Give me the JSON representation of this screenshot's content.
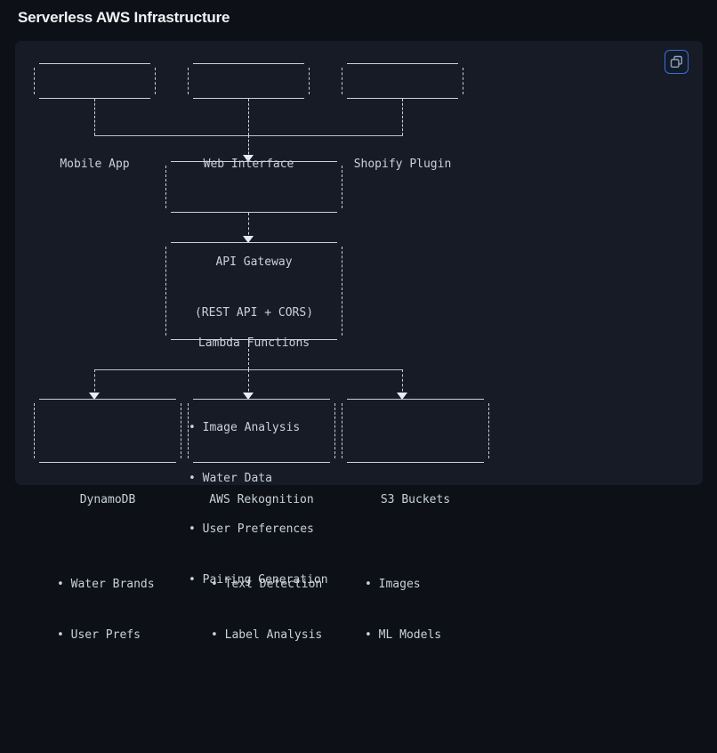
{
  "page": {
    "title": "Serverless AWS Infrastructure"
  },
  "toolbar": {
    "copy_button_label": "Copy",
    "copy_icon": "copy-icon",
    "accent_color": "#3b6fd4"
  },
  "theme": {
    "page_background": "#0d1117",
    "panel_background": "#161b26",
    "text_color": "#c9d1d9",
    "title_color": "#f0f3f6",
    "line_color": "#c9d1d9"
  },
  "diagram": {
    "type": "ascii-flowchart",
    "layers": [
      {
        "name": "clients",
        "nodes": [
          {
            "id": "mobile-app",
            "title": "Mobile App",
            "items": []
          },
          {
            "id": "web-interface",
            "title": "Web Interface",
            "items": []
          },
          {
            "id": "shopify-plugin",
            "title": "Shopify Plugin",
            "items": []
          }
        ]
      },
      {
        "name": "api",
        "nodes": [
          {
            "id": "api-gateway",
            "title": "API Gateway",
            "subtitle": "(REST API + CORS)",
            "items": []
          }
        ]
      },
      {
        "name": "compute",
        "nodes": [
          {
            "id": "lambda-functions",
            "title": "Lambda Functions",
            "items": [
              "• Image Analysis",
              "• Water Data",
              "• User Preferences",
              "• Pairing Generation"
            ]
          }
        ]
      },
      {
        "name": "services",
        "nodes": [
          {
            "id": "dynamodb",
            "title": "DynamoDB",
            "items": [
              "• Water Brands",
              "• User Prefs"
            ]
          },
          {
            "id": "aws-rekognition",
            "title": "AWS Rekognition",
            "items": [
              "• Text Detection",
              "• Label Analysis"
            ]
          },
          {
            "id": "s3-buckets",
            "title": "S3 Buckets",
            "items": [
              "• Images",
              "• ML Models"
            ]
          }
        ]
      }
    ],
    "edges": [
      {
        "from": "mobile-app",
        "to": "api-gateway"
      },
      {
        "from": "web-interface",
        "to": "api-gateway"
      },
      {
        "from": "shopify-plugin",
        "to": "api-gateway"
      },
      {
        "from": "api-gateway",
        "to": "lambda-functions"
      },
      {
        "from": "lambda-functions",
        "to": "dynamodb"
      },
      {
        "from": "lambda-functions",
        "to": "aws-rekognition"
      },
      {
        "from": "lambda-functions",
        "to": "s3-buckets"
      }
    ]
  }
}
